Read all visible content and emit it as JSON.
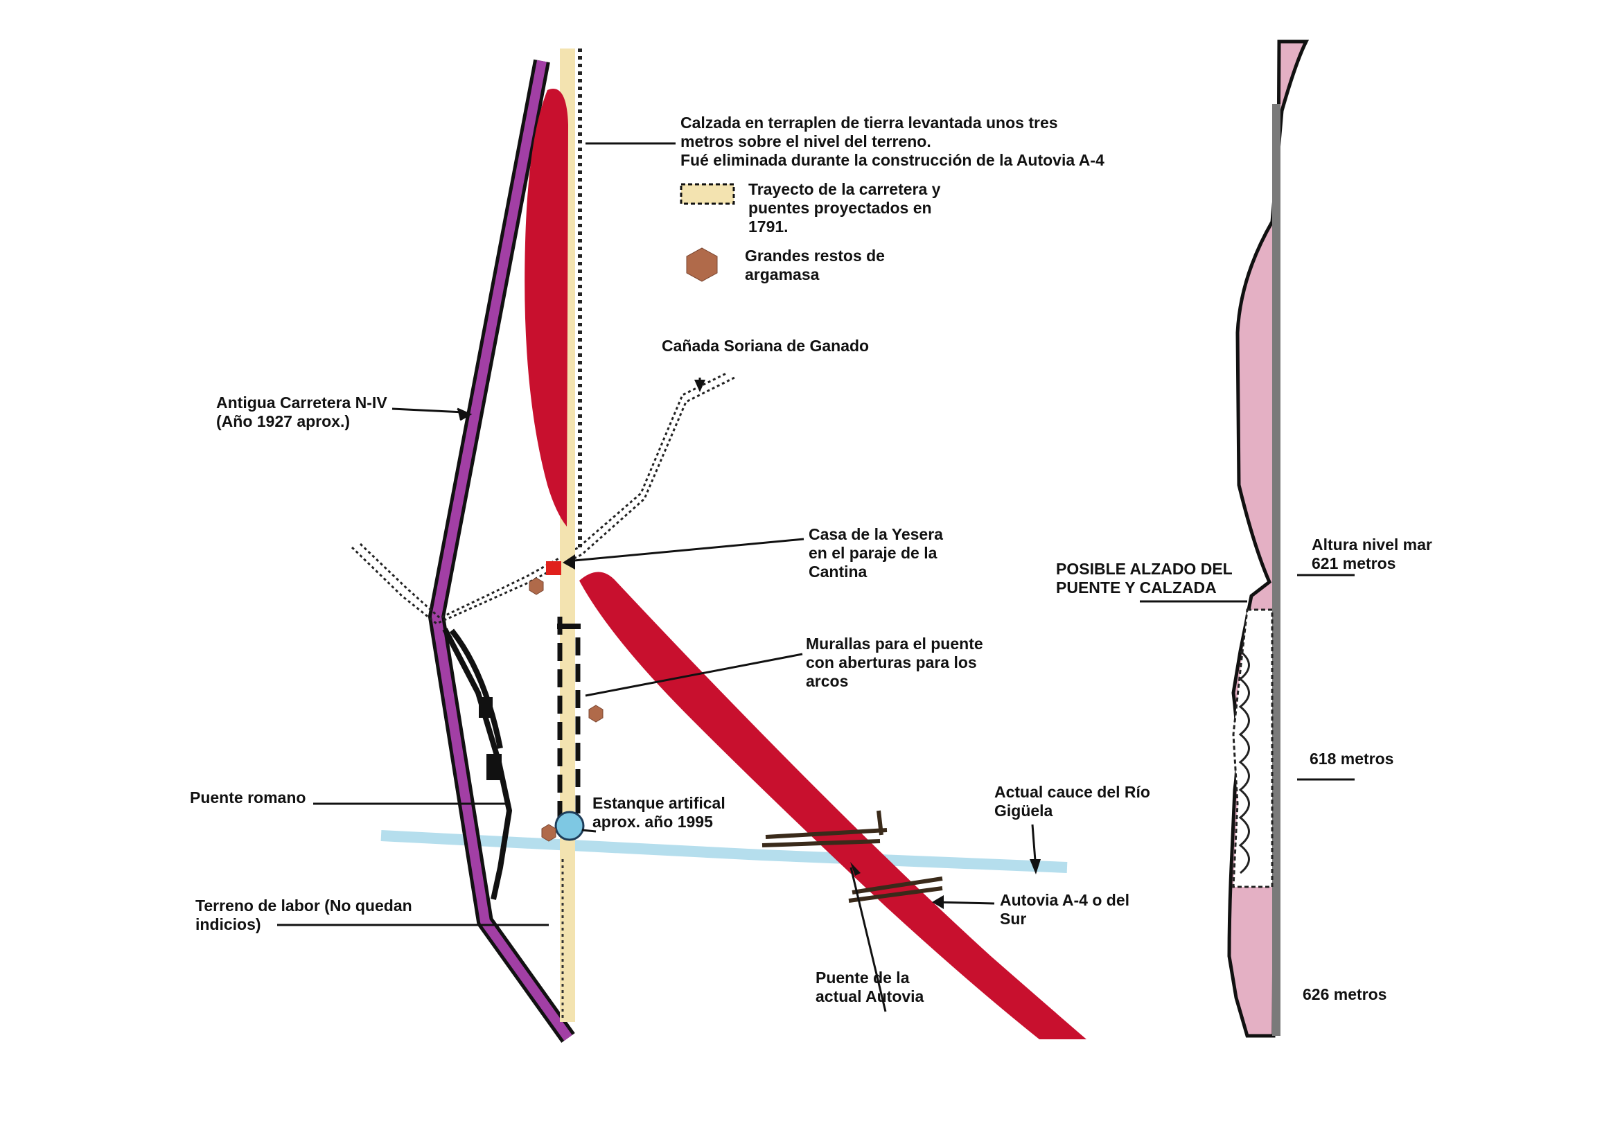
{
  "colors": {
    "embankment_red": "#c8102e",
    "planned_route_beige": "#f3e3b0",
    "old_road_purple": "#a23fa5",
    "mortar_remains_brown": "#b06a4a",
    "pond_blue": "#7ec8e3",
    "river_light_blue": "#a8d8ea",
    "house_red": "#e0201c",
    "elevation_fill_pink": "#e4b0c4"
  },
  "icons": {
    "legend_route_swatch": "dashed-beige-rectangle",
    "legend_mortar_swatch": "brown-hexagon",
    "house_marker": "red-square",
    "pond_marker": "blue-circle"
  },
  "labels": {
    "calzada": "Calzada en terraplen de tierra levantada unos tres\nmetros sobre el nivel del terreno.\nFué eliminada durante la construcción de la Autovia A-4",
    "legend_route": "Trayecto de la carretera y\npuentes proyectados en\n1791.",
    "legend_mortar": "Grandes restos de\nargamasa",
    "canada": "Cañada Soriana de Ganado",
    "antigua": "Antigua Carretera N-IV\n(Año 1927 aprox.)",
    "casa": "Casa de la Yesera\nen el paraje de la\nCantina",
    "murallas": "Murallas para el puente\ncon aberturas para los\narcos",
    "puente_romano": "Puente romano",
    "estanque": "Estanque artifical\naprox. año 1995",
    "cauce": "Actual cauce del Río\nGigüela",
    "terreno": "Terreno de labor (No quedan\nindicios)",
    "autovia": "Autovia A-4 o del\nSur",
    "puente_autovia": "Puente de la\nactual Autovia",
    "posible_alzado": "POSIBLE ALZADO DEL\nPUENTE Y CALZADA",
    "altura": "Altura nivel mar\n621 metros",
    "m618": "618 metros",
    "m626": "626 metros"
  }
}
